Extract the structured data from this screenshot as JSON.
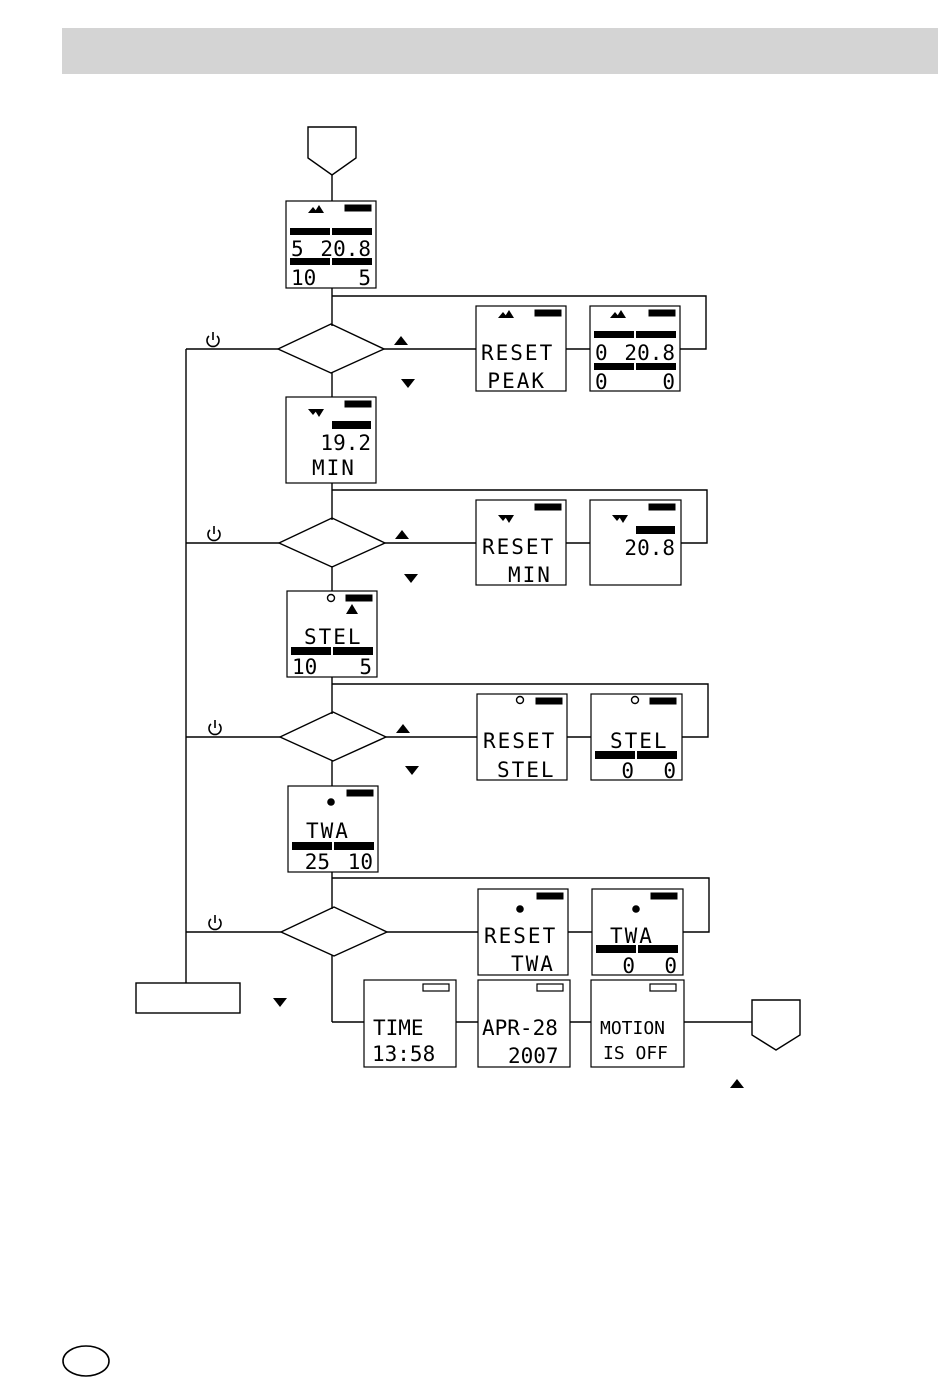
{
  "screens": {
    "peak": {
      "a": "5",
      "b": "20.8",
      "c": "10",
      "d": "5"
    },
    "peak_reset": {
      "l1": "RESET",
      "l2": "PEAK"
    },
    "peak_after": {
      "a": "0",
      "b": "20.8",
      "c": "0",
      "d": "0"
    },
    "min": {
      "v": "19.2",
      "l": "MIN"
    },
    "min_reset": {
      "l1": "RESET",
      "l2": "MIN"
    },
    "min_after": {
      "v": "20.8"
    },
    "stel": {
      "l": "STEL",
      "a": "10",
      "b": "5"
    },
    "stel_reset": {
      "l1": "RESET",
      "l2": "STEL"
    },
    "stel_after": {
      "l": "STEL",
      "a": "0",
      "b": "0"
    },
    "twa": {
      "l": "TWA",
      "a": "25",
      "b": "10"
    },
    "twa_reset": {
      "l1": "RESET",
      "l2": "TWA"
    },
    "twa_after": {
      "l": "TWA",
      "a": "0",
      "b": "0"
    },
    "time": {
      "l1": "TIME",
      "l2": "13:58"
    },
    "date": {
      "l1": "APR-28",
      "l2": "2007"
    },
    "motion": {
      "l1": "MOTION",
      "l2": "IS OFF"
    }
  },
  "icons": {
    "power": "power-icon",
    "up": "triangle-up-icon",
    "down": "triangle-down-icon",
    "battery": "battery-icon",
    "peak": "peak-icon",
    "clock": "clock-icon",
    "dot": "dot-icon"
  },
  "colors": {
    "header_bar": "#d4d4d4",
    "line": "#000000"
  }
}
